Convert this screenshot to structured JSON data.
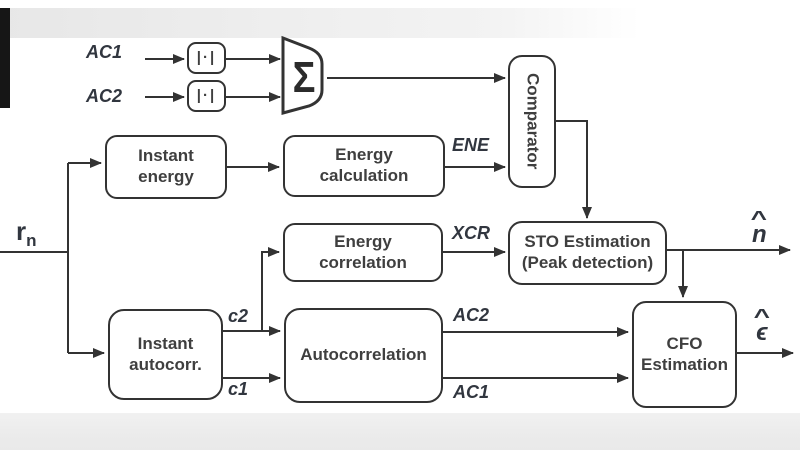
{
  "colors": {
    "line": "#333333",
    "box_border": "#333333",
    "box_text": "#3f3f3f",
    "signal_text": "#31363f",
    "background": "#ffffff",
    "letterbox_bottom": "#ebebeb",
    "left_edge_bar": "#161616"
  },
  "blocks": {
    "abs1": {
      "label": "|·|"
    },
    "abs2": {
      "label": "|·|"
    },
    "sum": {
      "label": "Σ"
    },
    "comparator": {
      "label": "Comparator"
    },
    "instant_energy": {
      "line1": "Instant",
      "line2": "energy"
    },
    "energy_calculation": {
      "line1": "Energy",
      "line2": "calculation"
    },
    "energy_correlation": {
      "line1": "Energy",
      "line2": "correlation"
    },
    "sto": {
      "line1": "STO Estimation",
      "line2": "(Peak detection)"
    },
    "instant_autocorr": {
      "line1": "Instant",
      "line2": "autocorr."
    },
    "autocorrelation": {
      "label": "Autocorrelation"
    },
    "cfo": {
      "line1": "CFO",
      "line2": "Estimation"
    }
  },
  "signals": {
    "input": {
      "letter": "r",
      "subscript": "n"
    },
    "ac1_top": "AC1",
    "ac2_top": "AC2",
    "ene": "ENE",
    "xcr": "XCR",
    "c2": "c2",
    "c1": "c1",
    "ac2_mid": "AC2",
    "ac1_mid": "AC1",
    "sto_output": {
      "hat": "^",
      "letter": "n"
    },
    "cfo_output": {
      "hat": "^",
      "letter": "ϵ"
    }
  }
}
